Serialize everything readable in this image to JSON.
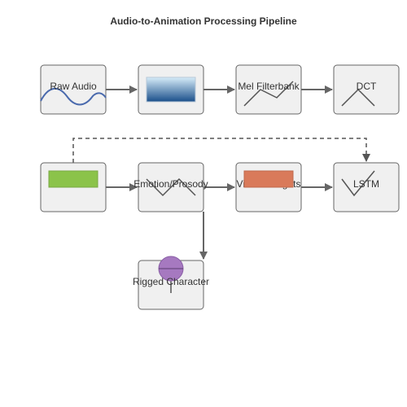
{
  "diagram": {
    "title": "Audio-to-Animation Processing Pipeline",
    "colors": {
      "node_fill": "#f0f0f0",
      "node_stroke": "#666666",
      "edge": "#666666",
      "wave": "#4a6aad",
      "spectrogram_top": "#d6ecf8",
      "spectrogram_bottom": "#1a4f8a",
      "green_bar": "#8bc34a",
      "orange_bar": "#d97a5a",
      "purple_head": "#a679c0"
    },
    "nodes": [
      {
        "id": "raw_audio",
        "label": "Raw Audio",
        "icon": "waveform-icon"
      },
      {
        "id": "spectrogram",
        "label": "",
        "icon": "spectrogram-icon"
      },
      {
        "id": "mel_filterbank",
        "label": "Mel Filterbank",
        "icon": "zigzag-icon"
      },
      {
        "id": "dct",
        "label": "DCT",
        "icon": "peak-icon"
      },
      {
        "id": "feature_block",
        "label": "",
        "icon": "green-bar-icon"
      },
      {
        "id": "emotion_prosody",
        "label": "Emotion/Prosody",
        "icon": "valley-icon"
      },
      {
        "id": "visual_weights",
        "label": "Visual Weights",
        "icon": "orange-bar-icon"
      },
      {
        "id": "lstm",
        "label": "LSTM",
        "icon": "check-icon"
      },
      {
        "id": "rigged_character",
        "label": "Rigged Character",
        "icon": "character-icon"
      }
    ],
    "edges": [
      {
        "from": "raw_audio",
        "to": "spectrogram",
        "style": "solid"
      },
      {
        "from": "spectrogram",
        "to": "mel_filterbank",
        "style": "solid"
      },
      {
        "from": "mel_filterbank",
        "to": "dct",
        "style": "solid"
      },
      {
        "from": "feature_block",
        "to": "emotion_prosody",
        "style": "solid"
      },
      {
        "from": "emotion_prosody",
        "to": "visual_weights",
        "style": "solid"
      },
      {
        "from": "visual_weights",
        "to": "lstm",
        "style": "solid"
      },
      {
        "from": "emotion_prosody",
        "to": "rigged_character",
        "style": "solid"
      },
      {
        "from": "feature_block",
        "to": "lstm",
        "style": "dashed"
      }
    ]
  }
}
